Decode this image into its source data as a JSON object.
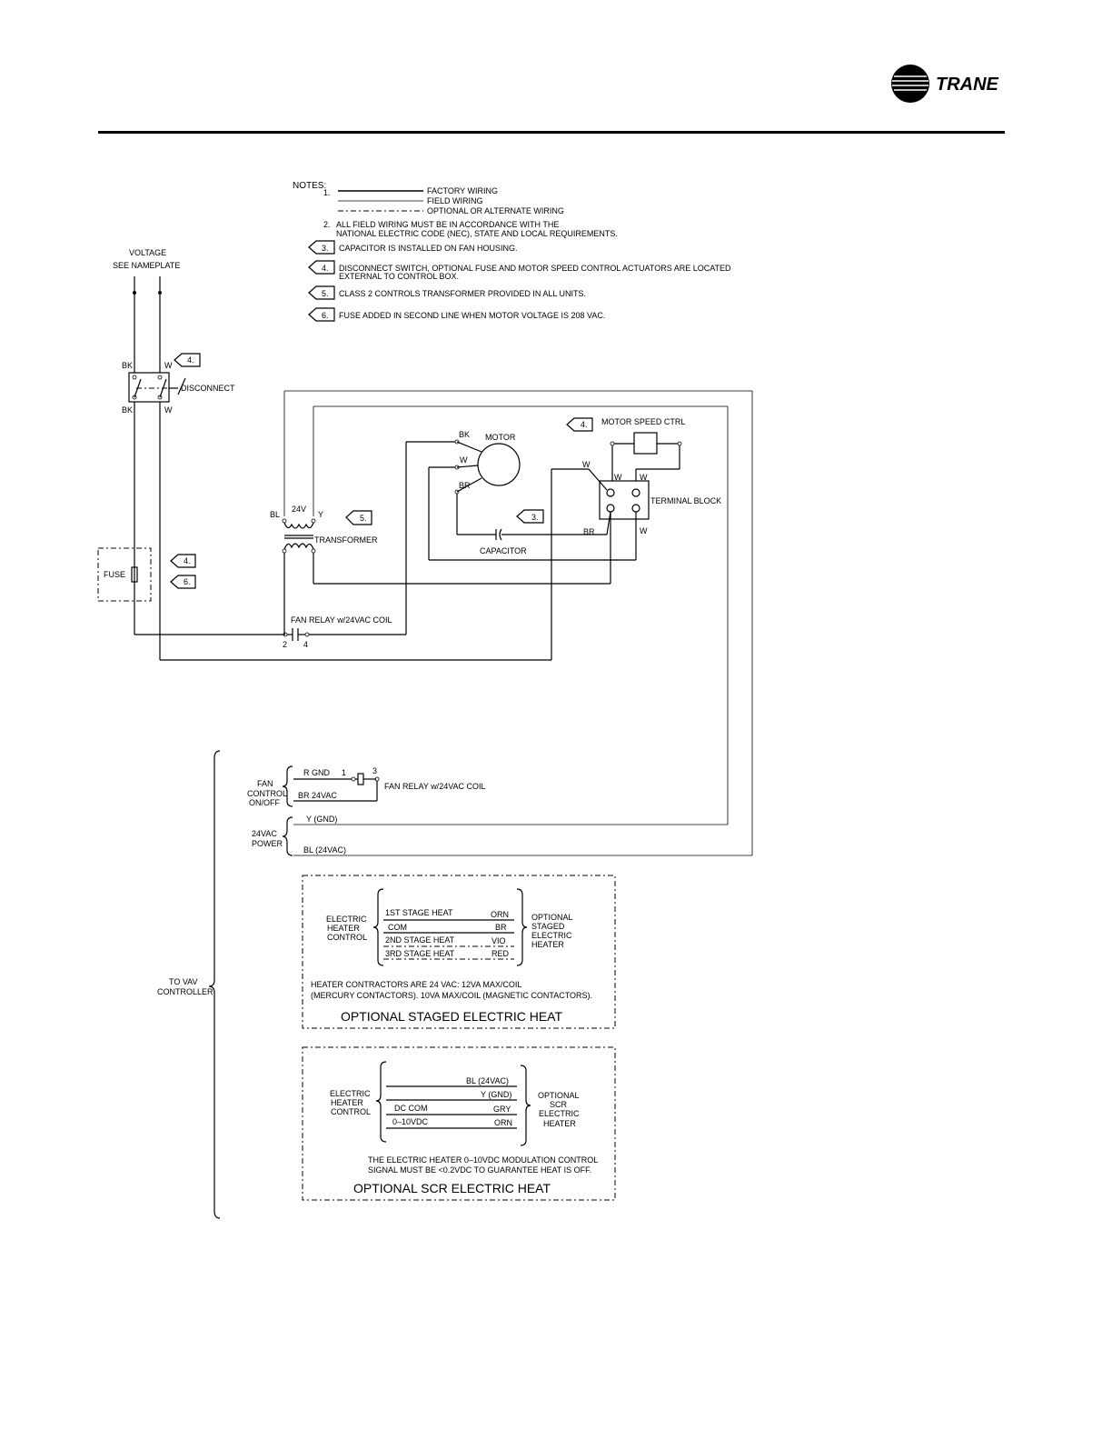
{
  "brand": {
    "name": "TRANE",
    "color": "#000000"
  },
  "notes": {
    "heading": "NOTES:",
    "n1_number": "1.",
    "legend": [
      "FACTORY WIRING",
      "FIELD WIRING",
      "OPTIONAL OR ALTERNATE WIRING"
    ],
    "n2_number": "2.",
    "n2_line1": "ALL FIELD WIRING MUST BE IN ACCORDANCE WITH THE",
    "n2_line2": "NATIONAL ELECTRIC CODE (NEC), STATE AND LOCAL REQUIREMENTS.",
    "n3_tag": "3.",
    "n3": "CAPACITOR IS INSTALLED ON FAN HOUSING.",
    "n4_tag": "4.",
    "n4_line1": "DISCONNECT SWITCH, OPTIONAL FUSE AND MOTOR SPEED CONTROL ACTUATORS ARE LOCATED",
    "n4_line2": "EXTERNAL TO CONTROL BOX.",
    "n5_tag": "5.",
    "n5": "CLASS 2 CONTROLS TRANSFORMER PROVIDED IN ALL UNITS.",
    "n6_tag": "6.",
    "n6": "FUSE ADDED IN SECOND LINE WHEN MOTOR VOLTAGE IS 208 VAC."
  },
  "power": {
    "voltage": "VOLTAGE",
    "nameplate": "SEE NAMEPLATE",
    "bk": "BK",
    "w": "W",
    "disconnect": "DISCONNECT",
    "disconnect_tag": "4.",
    "fuse": "FUSE",
    "fuse_tag_a": "4.",
    "fuse_tag_b": "6."
  },
  "transformer": {
    "label": "TRANSFORMER",
    "bl": "BL",
    "v24": "24V",
    "y": "Y",
    "tag": "5."
  },
  "motor": {
    "label": "MOTOR",
    "bk": "BK",
    "w": "W",
    "br": "BR",
    "capacitor": "CAPACITOR",
    "capacitor_tag": "3."
  },
  "speed_ctrl": {
    "tag": "4.",
    "label": "MOTOR SPEED CTRL",
    "terminal_block": "TERMINAL BLOCK",
    "w1": "W",
    "w2": "W",
    "w3": "W",
    "w4": "W",
    "br": "BR"
  },
  "fan_relay": {
    "label": "FAN RELAY w/24VAC COIL",
    "pin2": "2",
    "pin4": "4"
  },
  "vav": {
    "controller_line1": "TO VAV",
    "controller_line2": "CONTROLLER",
    "fan_control_1": "FAN",
    "fan_control_2": "CONTROL",
    "fan_control_3": "ON/OFF",
    "r_gnd": "R GND",
    "pin1": "1",
    "pin3": "3",
    "coil_label": "FAN RELAY w/24VAC COIL",
    "br_24vac": "BR 24VAC",
    "power_1": "24VAC",
    "power_2": "POWER",
    "y_gnd": "Y (GND)",
    "bl_24vac": "BL (24VAC)"
  },
  "staged_heat": {
    "left_1": "ELECTRIC",
    "left_2": "HEATER",
    "left_3": "CONTROL",
    "rows": [
      {
        "name": "1ST STAGE HEAT",
        "color": "ORN"
      },
      {
        "name": "COM",
        "color": "BR"
      },
      {
        "name": "2ND STAGE HEAT",
        "color": "VIO"
      },
      {
        "name": "3RD STAGE HEAT",
        "color": "RED"
      }
    ],
    "right_1": "OPTIONAL",
    "right_2": "STAGED",
    "right_3": "ELECTRIC",
    "right_4": "HEATER",
    "note_1": "HEATER CONTRACTORS ARE 24 VAC:  12VA MAX/COIL",
    "note_2": "(MERCURY CONTACTORS). 10VA MAX/COIL (MAGNETIC CONTACTORS).",
    "title": "OPTIONAL STAGED ELECTRIC HEAT"
  },
  "scr_heat": {
    "left_1": "ELECTRIC",
    "left_2": "HEATER",
    "left_3": "CONTROL",
    "rows": [
      {
        "name": "",
        "color": "BL (24VAC)"
      },
      {
        "name": "",
        "color": "Y (GND)"
      },
      {
        "name": "DC COM",
        "color": "GRY"
      },
      {
        "name": "0–10VDC",
        "color": "ORN"
      }
    ],
    "right_1": "OPTIONAL",
    "right_2": "SCR",
    "right_3": "ELECTRIC",
    "right_4": "HEATER",
    "note_1": "THE ELECTRIC HEATER 0–10VDC MODULATION CONTROL",
    "note_2": "SIGNAL MUST BE <0.2VDC TO GUARANTEE HEAT IS OFF.",
    "title": "OPTIONAL SCR ELECTRIC HEAT"
  }
}
